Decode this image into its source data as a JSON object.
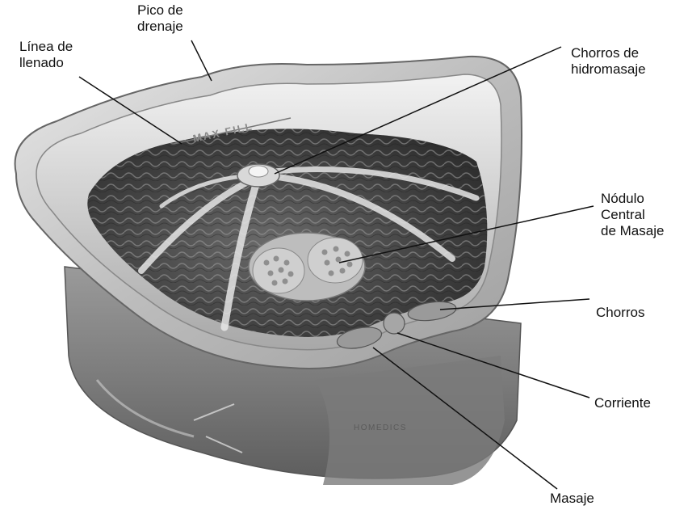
{
  "callouts": {
    "pico": "Pico de\ndrenaje",
    "linea": "Línea de\nllenado",
    "chorros_hidro": "Chorros de\nhidromasaje",
    "nodulo": "Nódulo\nCentral\nde Masaje",
    "chorros": "Chorros",
    "corriente": "Corriente",
    "masaje": "Masaje"
  },
  "basin_text": {
    "max_fill": "MAX FILL",
    "brand": "HOMEDICS"
  },
  "colors": {
    "rim": "#c9c9c9",
    "water": "#4a4a4a",
    "body": "#8e8e8e"
  }
}
